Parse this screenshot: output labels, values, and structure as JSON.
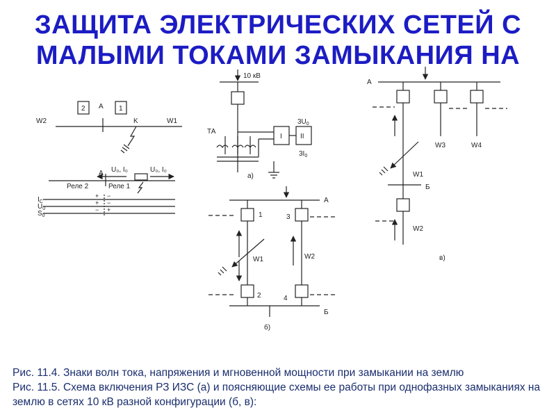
{
  "title": {
    "line1": "ЗАЩИТА ЭЛЕКТРИЧЕСКИХ СЕТЕЙ С",
    "line2": "МАЛЫМИ ТОКАМИ ЗАМЫКАНИЯ НА"
  },
  "fig_top_left": {
    "box_2": "2",
    "box_1": "1",
    "bus_a": "A",
    "line_w2": "W2",
    "point_k": "K",
    "line_w1": "W1"
  },
  "fig_wave_signs": {
    "bus_a": "A",
    "sensor_left": "U₀, I₀",
    "sensor_right": "U₀, I₀",
    "relay_2": "Реле 2",
    "relay_1": "Реле 1",
    "row_ic": "I",
    "row_ic_sub": "C",
    "row_u0": "U",
    "row_u0_sub": "0",
    "row_s0": "S",
    "row_s0_sub": "0",
    "sign_plus_1": "+",
    "sign_minus_1": "−",
    "sign_plus_2": "+",
    "sign_minus_2": "−",
    "sign_minus_3": "−",
    "sign_plus_3": "+"
  },
  "fig_a": {
    "voltage": "10 кВ",
    "ta": "ТА",
    "relay_i": "I",
    "relay_ii": "II",
    "out_3u0": "3U",
    "out_3u0_sub": "0",
    "out_3i0": "3I",
    "out_3i0_sub": "0",
    "label": "а)"
  },
  "fig_b": {
    "bus_a": "A",
    "bus_b": "Б",
    "n1": "1",
    "n2": "2",
    "n3": "3",
    "n4": "4",
    "line_w1": "W1",
    "line_w2": "W2",
    "label": "б)"
  },
  "fig_v": {
    "bus_a": "A",
    "bus_b": "Б",
    "line_w1": "W1",
    "line_w2": "W2",
    "line_w3": "W3",
    "line_w4": "W4",
    "label": "в)"
  },
  "caption": {
    "line1": "Рис. 11.4. Знаки волн тока, напряжения и мгновенной мощности при замыкании на землю",
    "line2": "Рис. 11.5. Схема включения РЗ ИЗС (а) и поясняющие схемы ее работы при однофазных замыканиях на землю в сетях 10 кВ разной конфигурации (б, в):"
  },
  "colors": {
    "title": "#1c1cc4",
    "caption": "#1a2e6e",
    "lines": "#222222"
  }
}
